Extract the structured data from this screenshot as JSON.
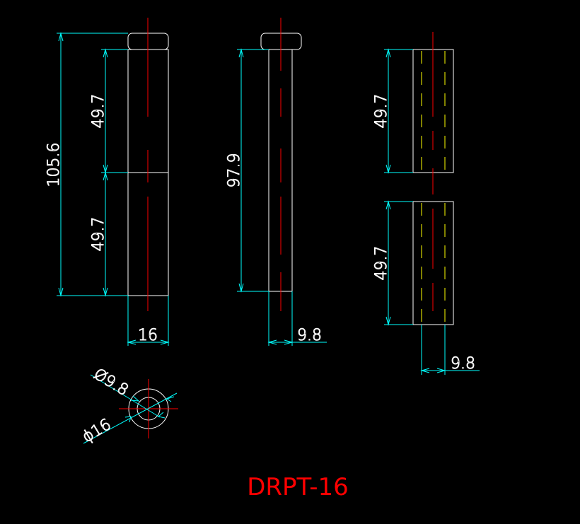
{
  "colors": {
    "background": "#000000",
    "part_outline": "#ffffff",
    "centerline": "#ff0000",
    "dimension": "#00ffff",
    "hidden_line": "#ffff00",
    "title": "#ff0000"
  },
  "drawing": {
    "title": "DRPT-16",
    "view_left": {
      "dim_total_height": "105.6",
      "dim_upper_height": "49.7",
      "dim_lower_height": "49.7",
      "dim_width": "16"
    },
    "view_middle": {
      "dim_height": "97.9",
      "dim_width": "9.8"
    },
    "view_right": {
      "dim_upper_height": "49.7",
      "dim_lower_height": "49.7",
      "dim_width": "9.8"
    },
    "view_section": {
      "dim_inner_diameter": "Ø9.8",
      "dim_outer_diameter": "ϕ16"
    }
  }
}
